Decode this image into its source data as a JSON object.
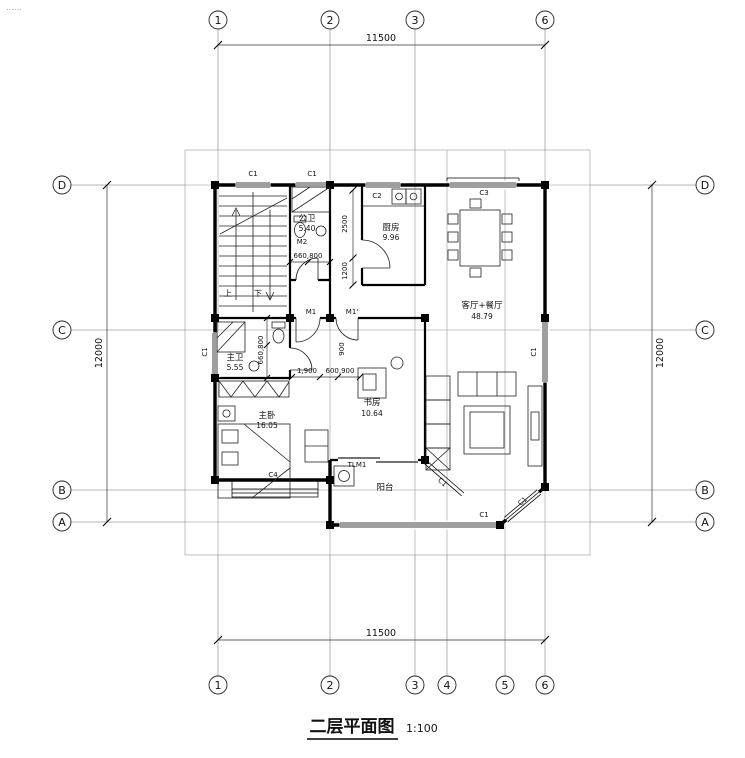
{
  "meta": {
    "corner_mark": "……"
  },
  "title": {
    "text": "二层平面图",
    "scale": "1:100"
  },
  "axes": {
    "top": [
      "1",
      "2",
      "3",
      "6"
    ],
    "bottom": [
      "1",
      "2",
      "3",
      "4",
      "5",
      "6"
    ],
    "left": [
      "D",
      "C",
      "B",
      "A"
    ],
    "right": [
      "D",
      "C",
      "B",
      "A"
    ]
  },
  "dimensions": {
    "overall_width_top": "11500",
    "overall_width_bottom": "11500",
    "overall_height_left": "12000",
    "overall_height_right": "12000",
    "kitchen_upper": "2500",
    "kitchen_lower": "1200",
    "pubbath_chain": "660,800",
    "masterbath_chain": "660,800",
    "hall_chain_a": "1,900",
    "hall_chain_b": "600,900",
    "door_width": "900"
  },
  "rooms": {
    "public_bath": {
      "name": "公卫",
      "area": "5.40"
    },
    "kitchen": {
      "name": "厨房",
      "area": "9.96"
    },
    "living_dining": {
      "name": "客厅+餐厅",
      "area": "48.79"
    },
    "master_bath": {
      "name": "主卫",
      "area": "5.55"
    },
    "master_bedroom": {
      "name": "主卧",
      "area": "16.05"
    },
    "study": {
      "name": "书房",
      "area": "10.64"
    },
    "balcony": {
      "name": "阳台"
    }
  },
  "stairs": {
    "up": "上",
    "down": "下"
  },
  "openings": {
    "window_c1": "C1",
    "window_c2": "C2",
    "window_c3": "C3",
    "window_c4": "C4",
    "door_m1": "M1",
    "door_m1p": "M1'",
    "door_m2": "M2",
    "sliding_tlm1": "TLM1"
  }
}
